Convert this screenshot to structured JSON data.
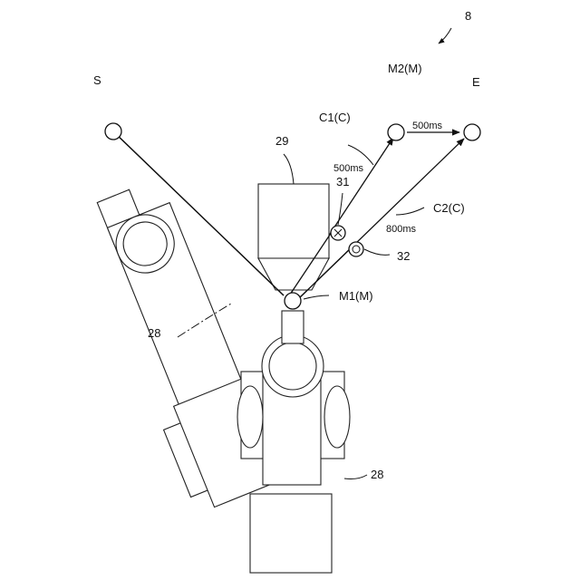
{
  "figure": {
    "ref_number": "8",
    "points": {
      "start": "S",
      "end": "E",
      "m1": "M1(M)",
      "m2": "M2(M)"
    },
    "paths": {
      "c1": "C1(C)",
      "c2": "C2(C)"
    },
    "times": {
      "c1_time": "500ms",
      "m2_to_e_time": "500ms",
      "c2_time": "800ms"
    },
    "refs": {
      "robot_ghost": "28",
      "robot_main": "28",
      "tool": "29",
      "marker_31": "31",
      "marker_32": "32"
    }
  }
}
